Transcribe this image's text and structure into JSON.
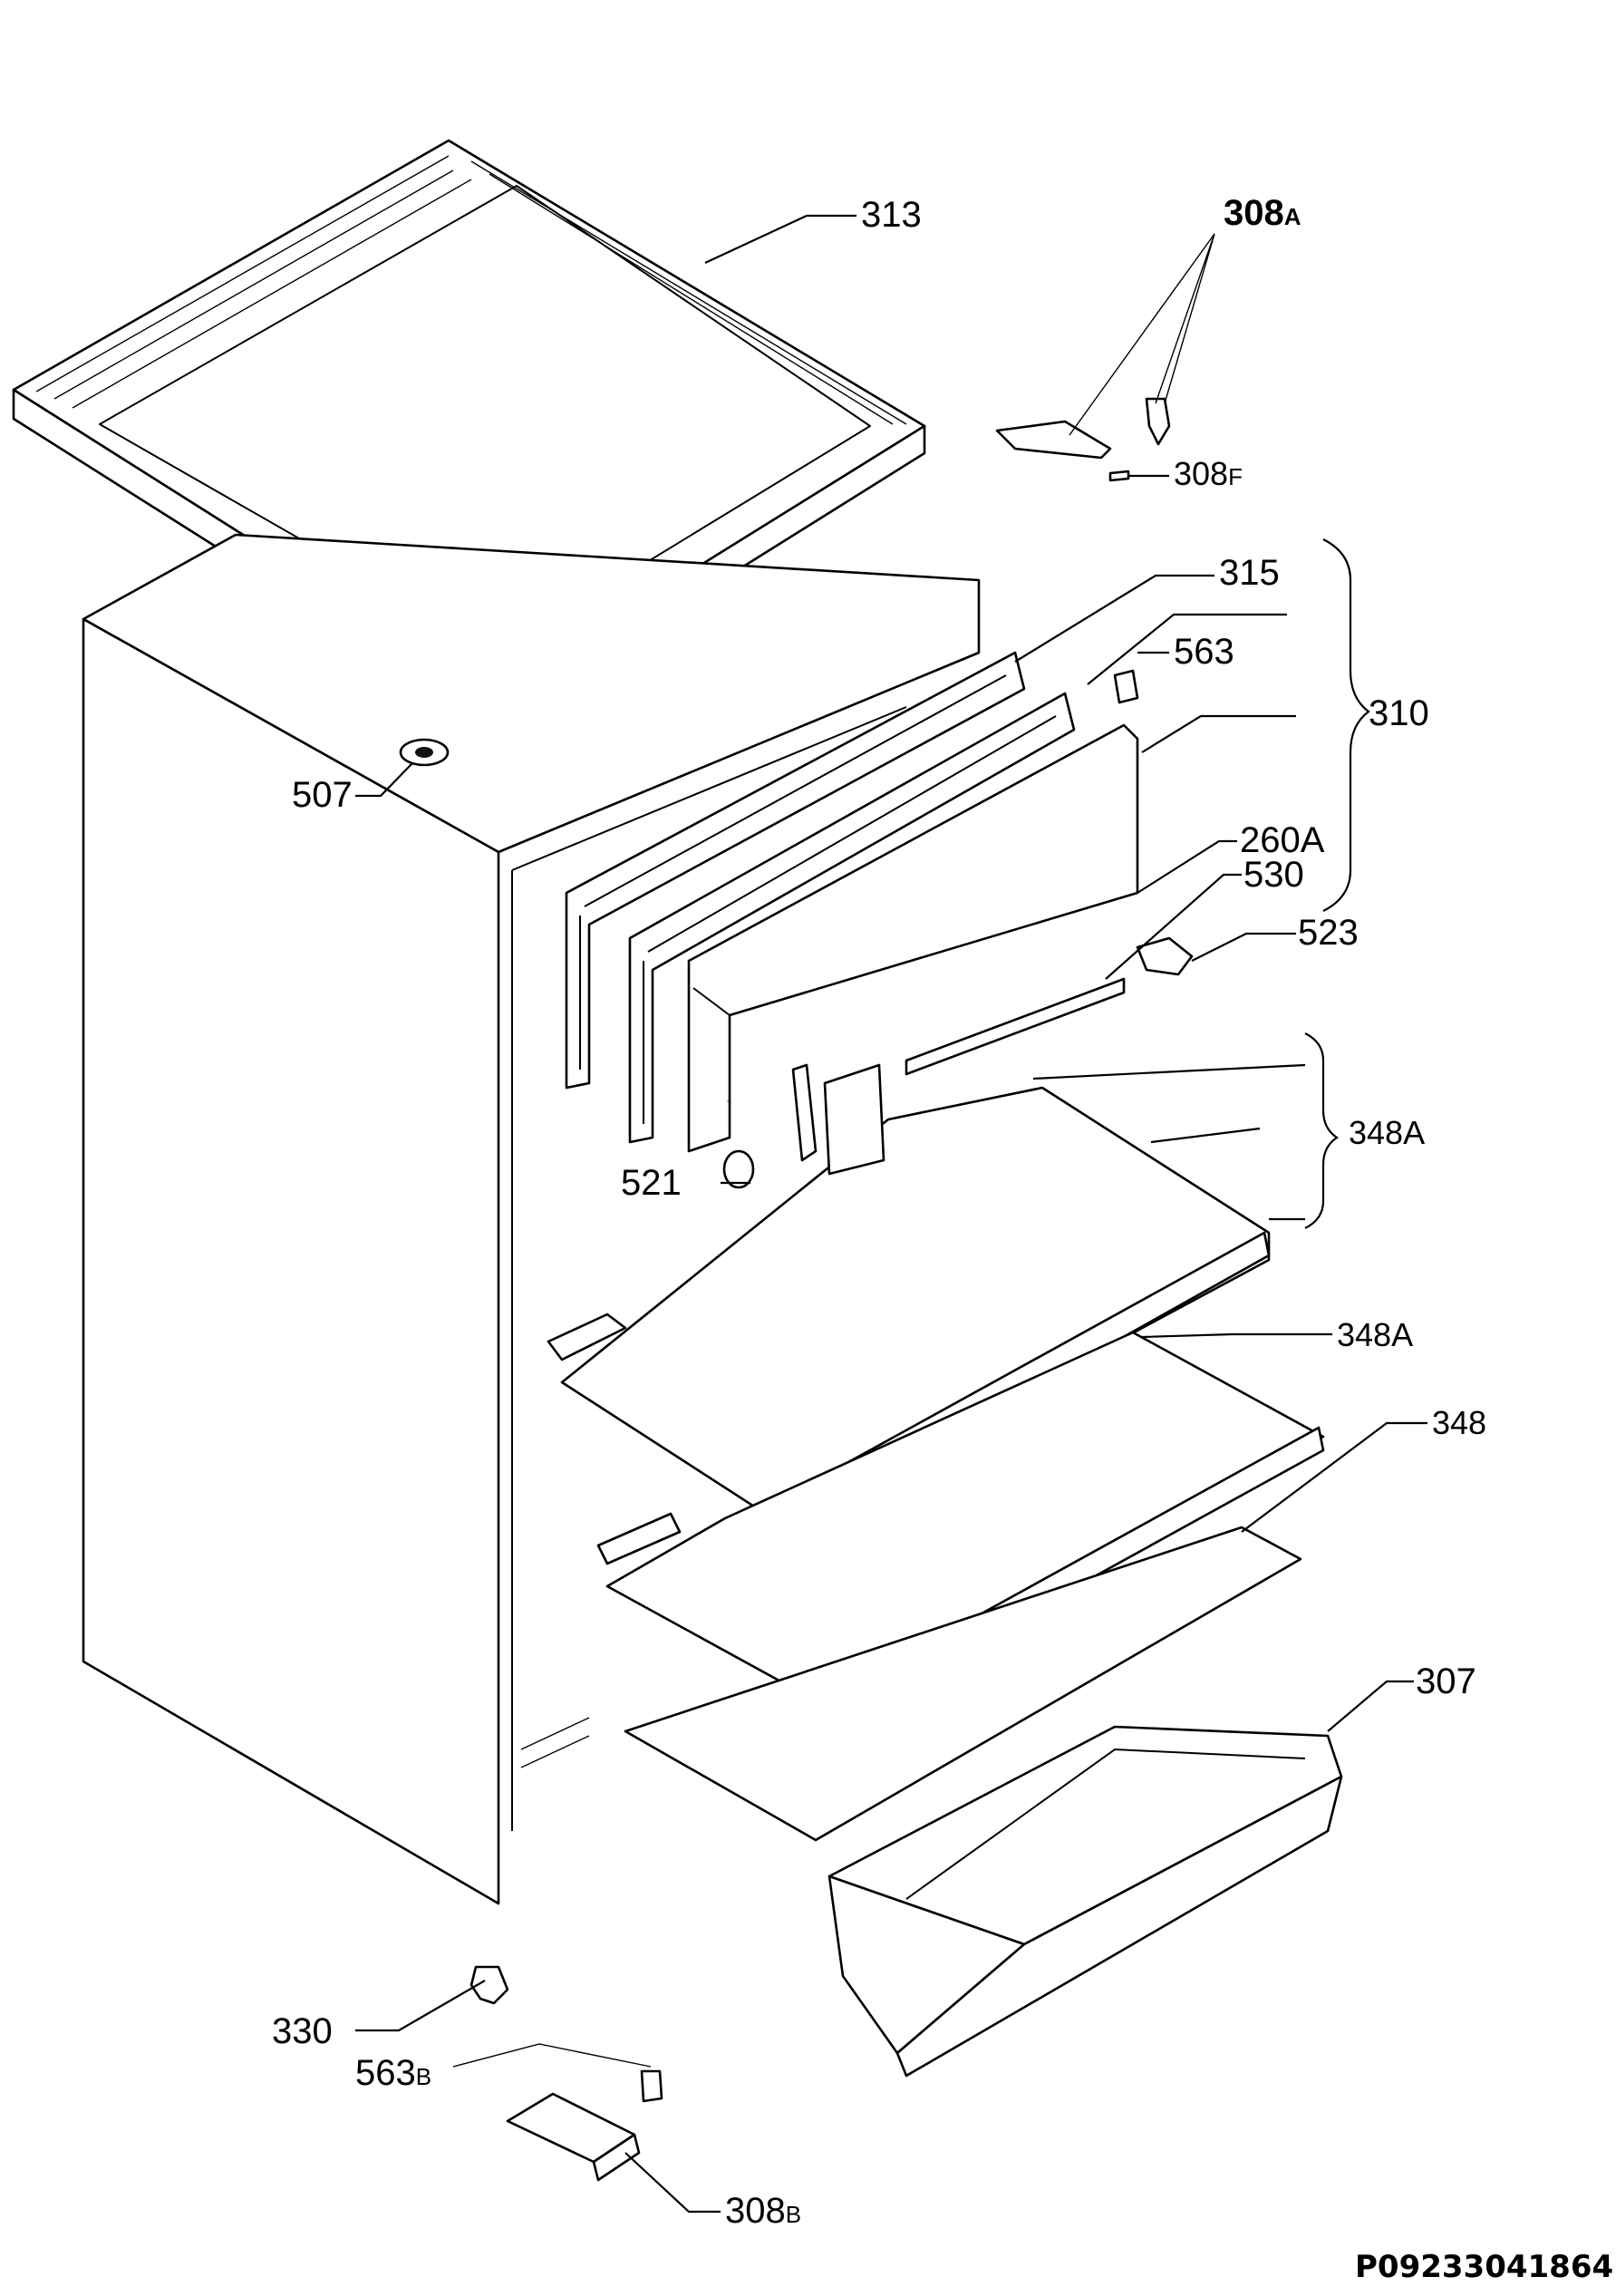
{
  "labels": {
    "313": {
      "main": "313"
    },
    "308A": {
      "main": "308",
      "suffix": "A"
    },
    "308F": {
      "main": "308",
      "suffix": "F"
    },
    "315": {
      "main": "315"
    },
    "563": {
      "main": "563"
    },
    "310": {
      "main": "310"
    },
    "507": {
      "main": "507"
    },
    "260A": {
      "main": "260A"
    },
    "530": {
      "main": "530"
    },
    "523": {
      "main": "523"
    },
    "348A_top": {
      "main": "348A"
    },
    "521": {
      "main": "521"
    },
    "348A_mid": {
      "main": "348A"
    },
    "348": {
      "main": "348"
    },
    "307": {
      "main": "307"
    },
    "330": {
      "main": "330"
    },
    "563B": {
      "main": "563",
      "suffix": "B"
    },
    "308B": {
      "main": "308",
      "suffix": "B"
    }
  },
  "drawing_code": "P09233041864"
}
